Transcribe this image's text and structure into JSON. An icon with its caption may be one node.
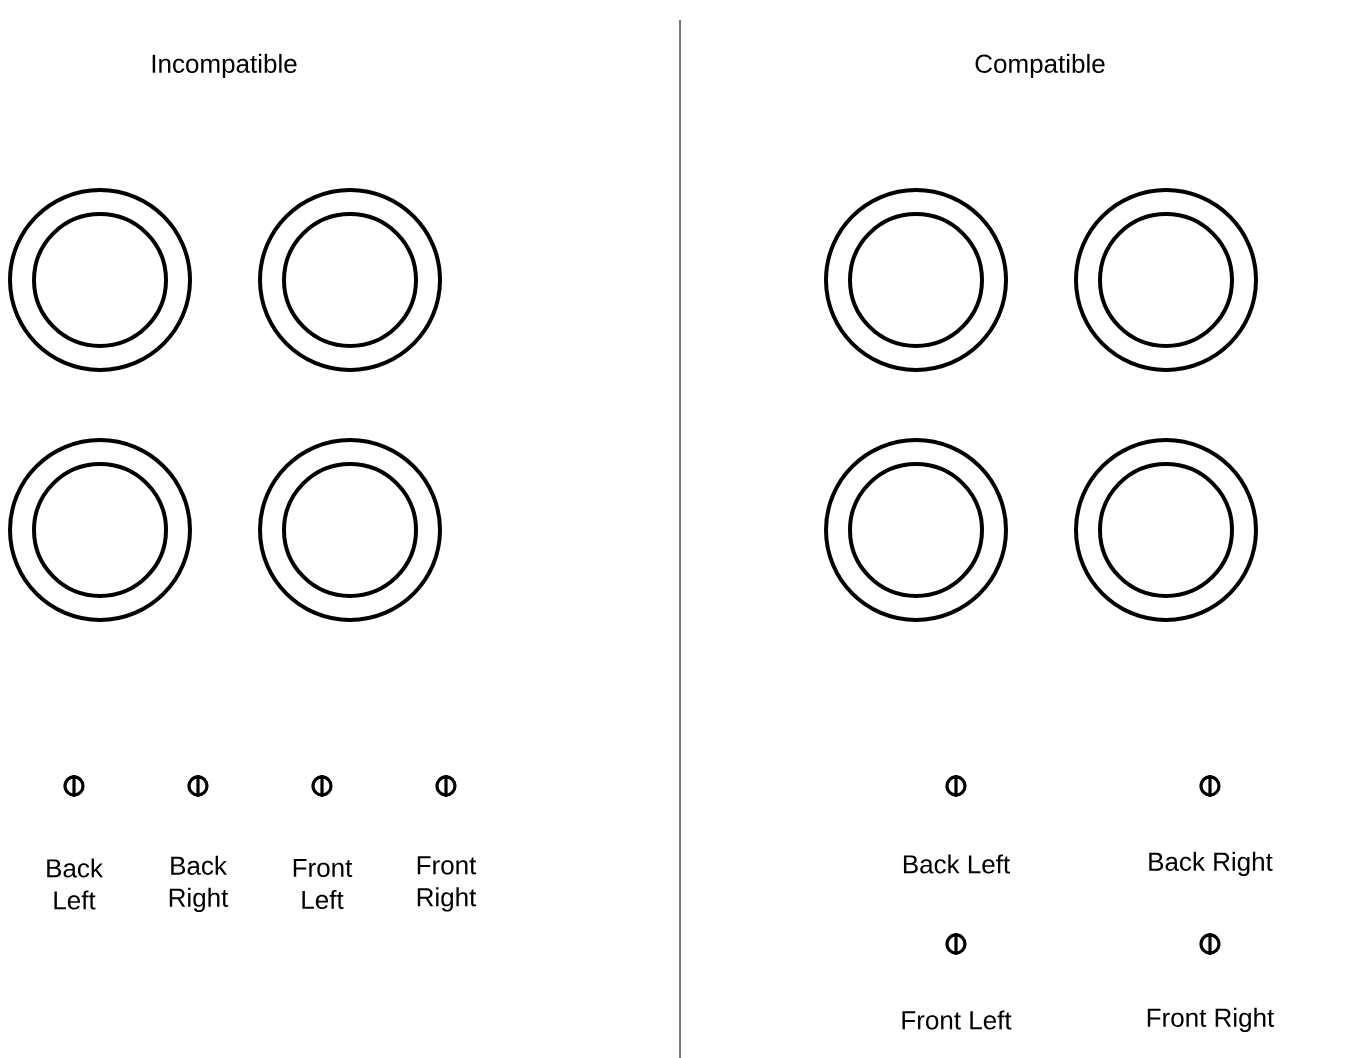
{
  "diagram": {
    "labels": [
      "Incompatible",
      "Compatible",
      "Back Left",
      "Back Right",
      "Front Left",
      "Front Right",
      "Back Left",
      "Back Right",
      "Front Left",
      "Front Right"
    ]
  }
}
